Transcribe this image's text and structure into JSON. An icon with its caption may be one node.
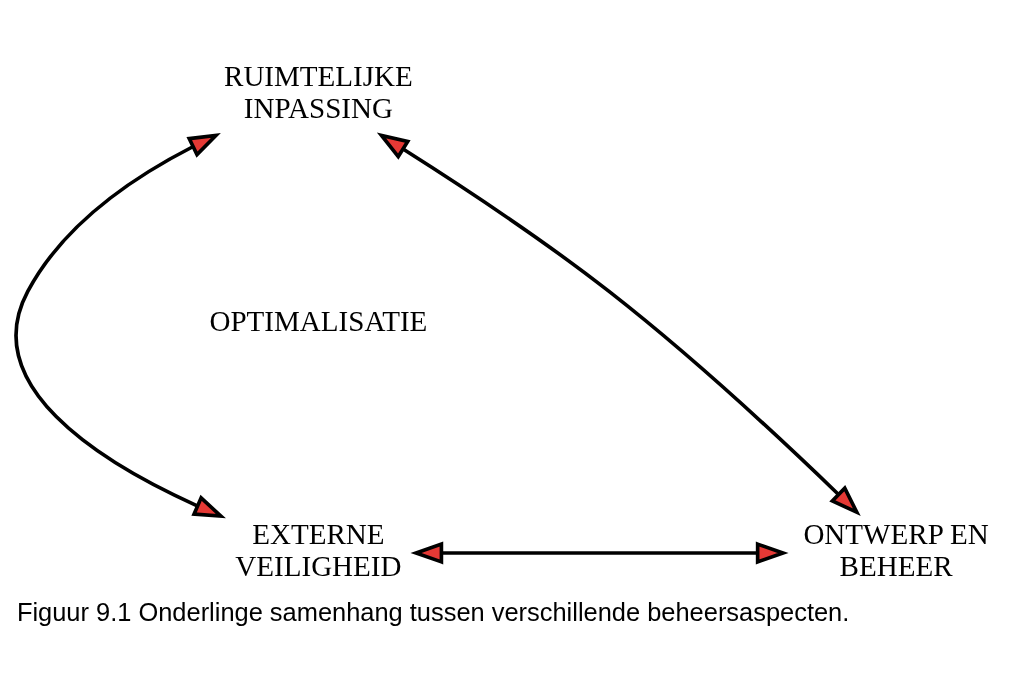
{
  "diagram": {
    "caption": "Figuur 9.1 Onderlinge samenhang tussen verschillende beheersaspecten.",
    "nodes": [
      {
        "text": [
          "RUIMTELIJKE INPASSING"
        ]
      },
      {
        "text": [
          "EXTERNE VEILIGHEID"
        ]
      },
      {
        "text": [
          "ONTWERP EN BEHEER"
        ]
      }
    ],
    "edges": [
      {
        "from": 0,
        "to": 1,
        "arrow": "both"
      },
      {
        "from": 1,
        "to": 2,
        "arrow": "both"
      },
      {
        "from": 2,
        "to": 0,
        "arrow": "both"
      }
    ],
    "labels": [
      "OPTIMALISATIE"
    ]
  }
}
